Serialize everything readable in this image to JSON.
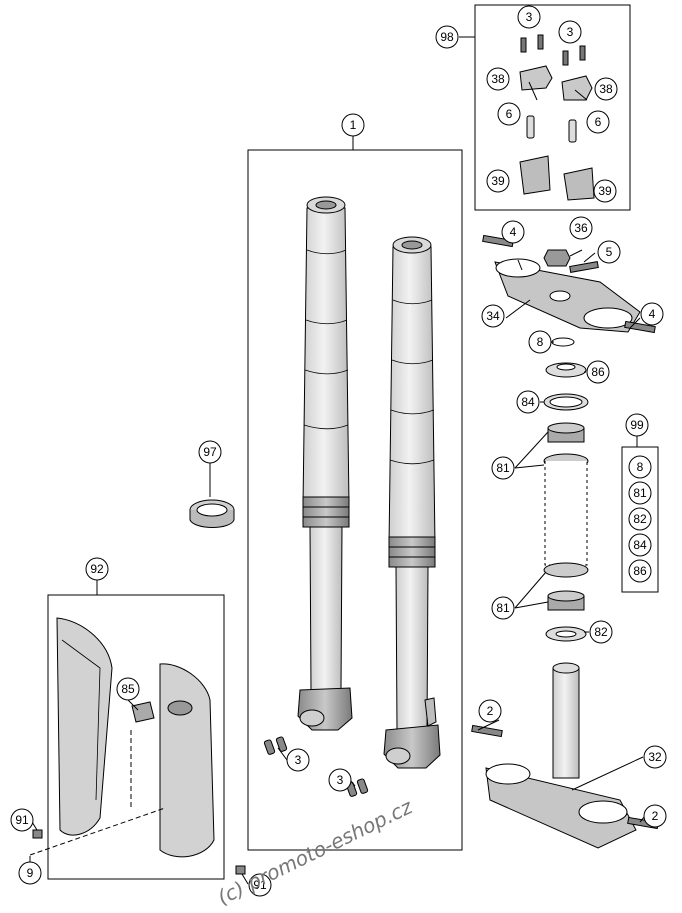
{
  "diagram": {
    "type": "exploded parts diagram",
    "subject": "front fork and triple clamp assembly"
  },
  "callouts": {
    "c1": "1",
    "c2a": "2",
    "c2b": "2",
    "c3a": "3",
    "c3b": "3",
    "c3c": "3",
    "c3d": "3",
    "c4a": "4",
    "c4b": "4",
    "c5": "5",
    "c6a": "6",
    "c6b": "6",
    "c8": "8",
    "c9": "9",
    "c32": "32",
    "c34": "34",
    "c36": "36",
    "c38a": "38",
    "c38b": "38",
    "c39a": "39",
    "c39b": "39",
    "c81a": "81",
    "c81b": "81",
    "c82": "82",
    "c84": "84",
    "c85": "85",
    "c86": "86",
    "c91a": "91",
    "c91b": "91",
    "c92": "92",
    "c97": "97",
    "c98": "98",
    "c99": "99"
  },
  "kit99": [
    "8",
    "81",
    "82",
    "84",
    "86"
  ],
  "watermark": "(c) promoto-eshop.cz",
  "colors": {
    "part_fill": "#e8e8e8",
    "part_shade": "#bdbdbd",
    "line": "#000000",
    "callout_bg": "#ffffff"
  }
}
